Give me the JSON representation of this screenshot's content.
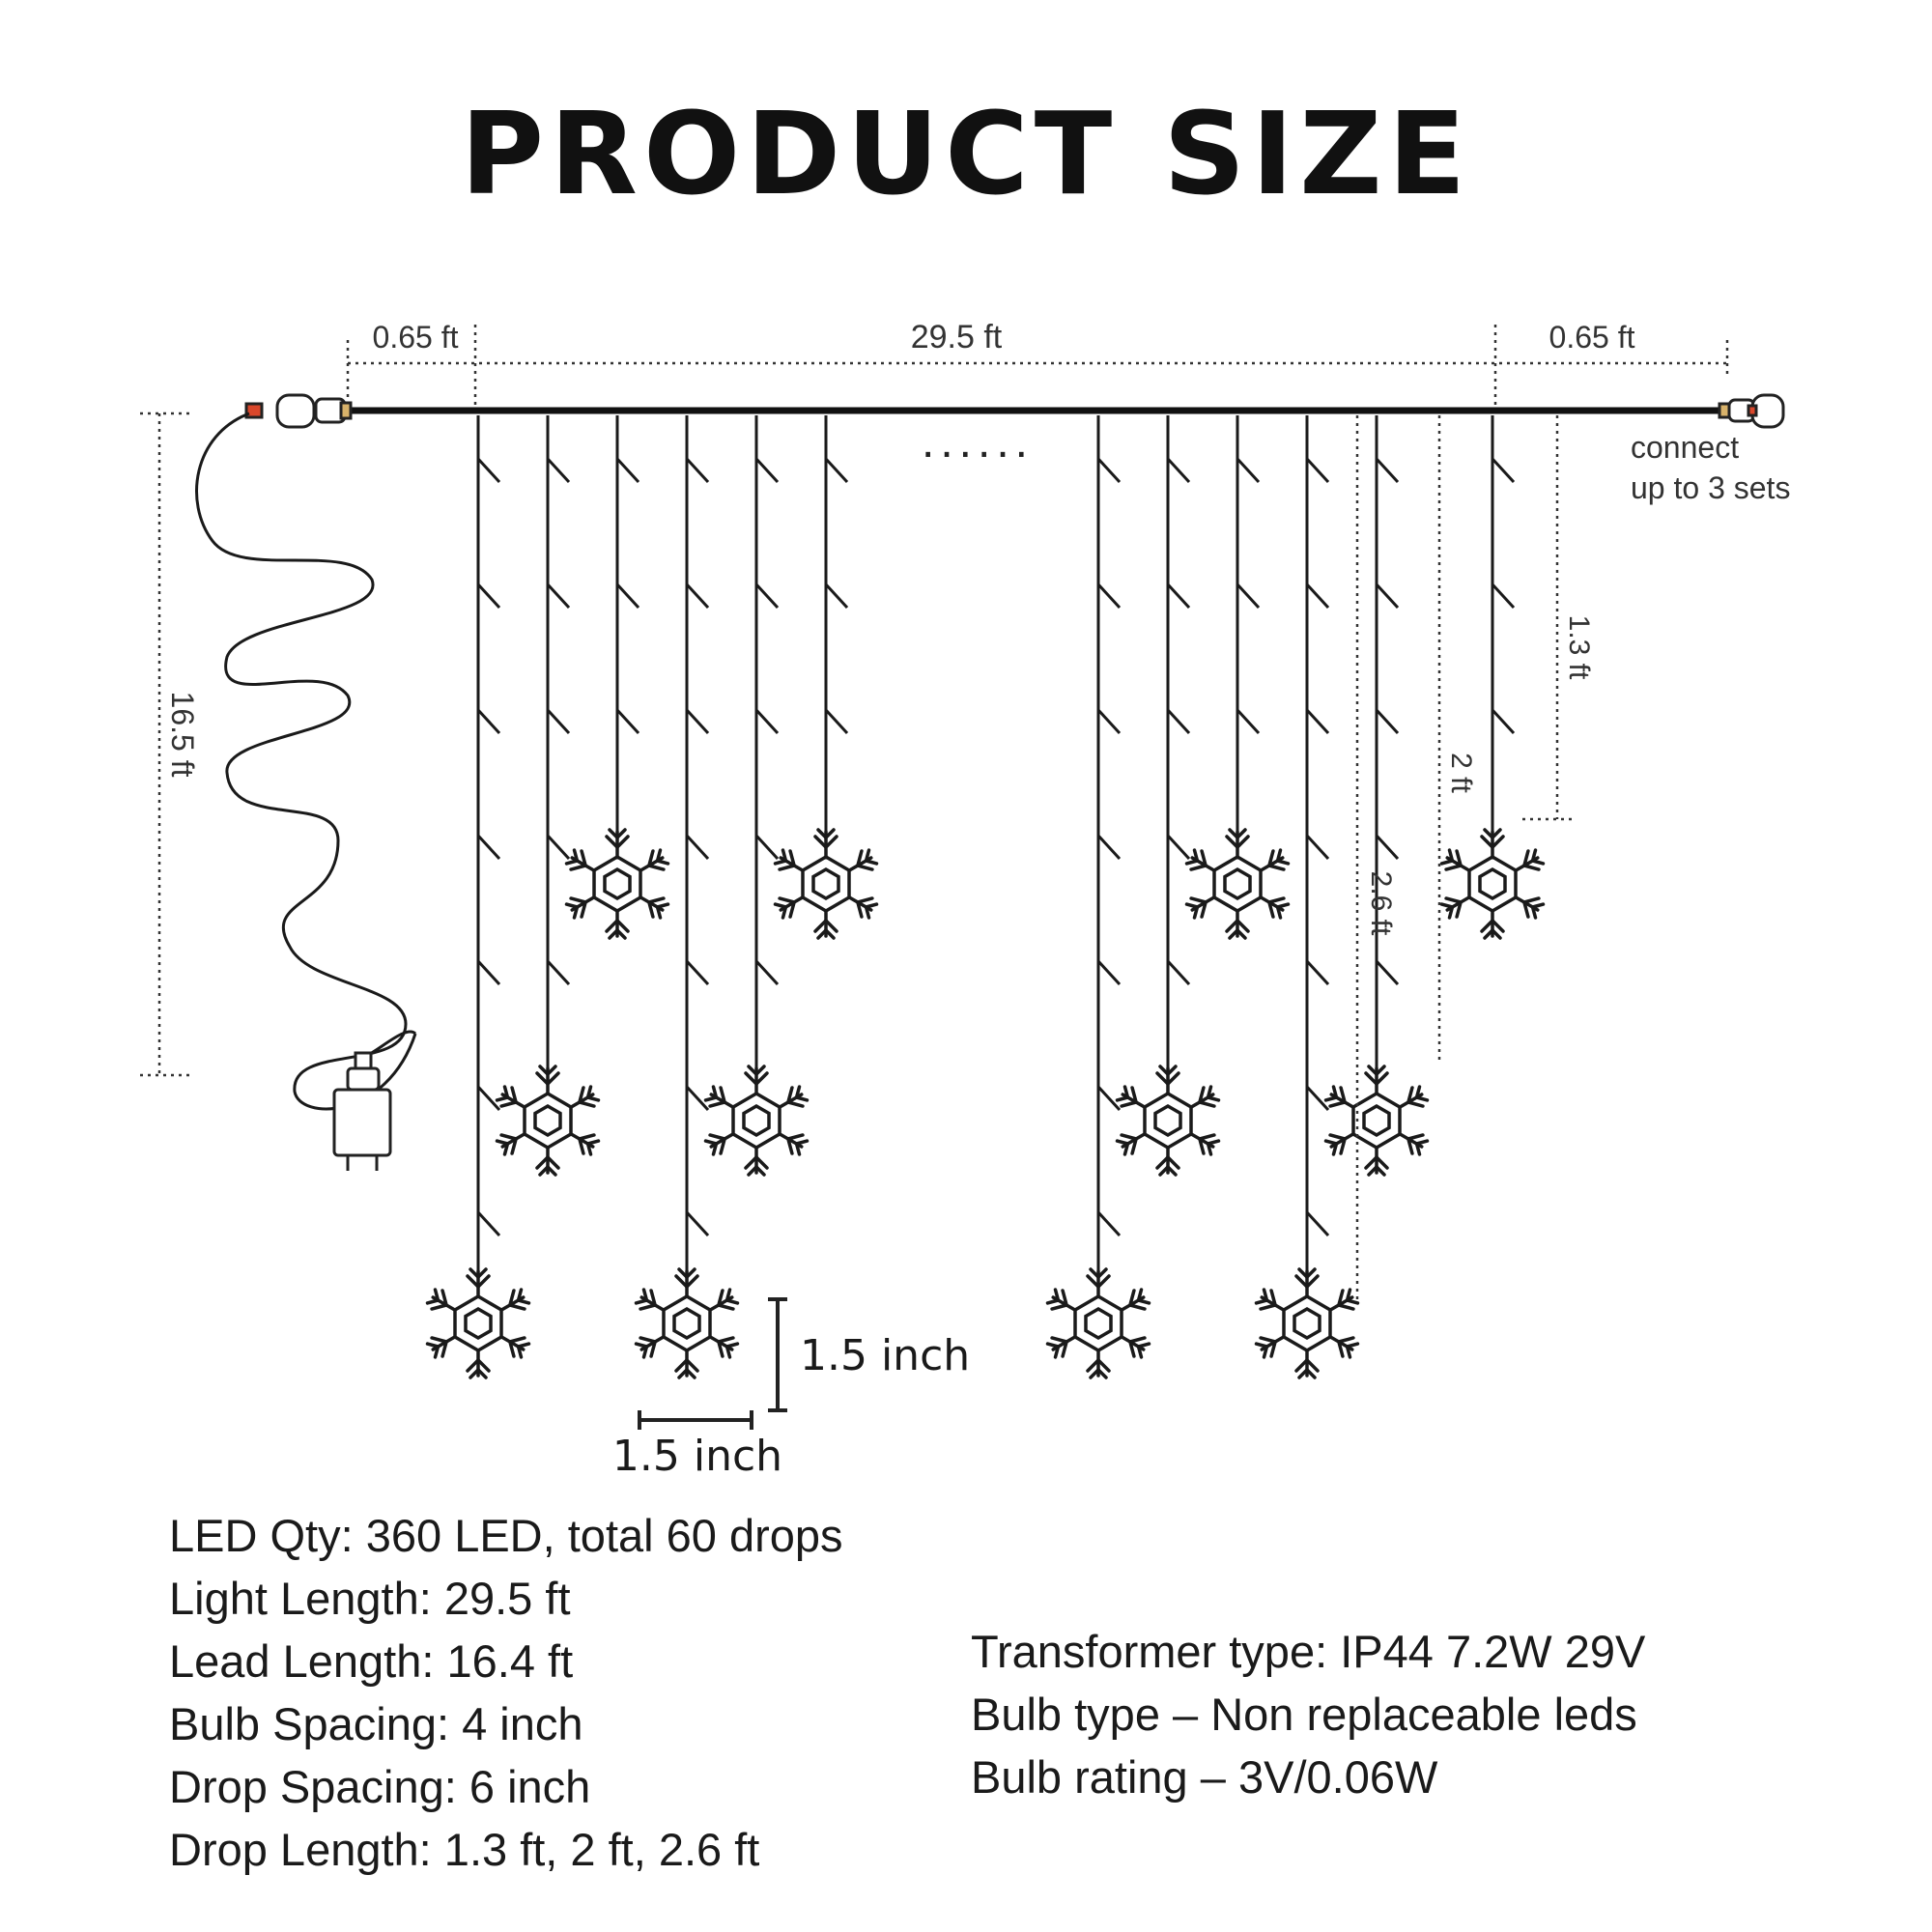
{
  "title": "PRODUCT SIZE",
  "dimensions": {
    "left_end": "0.65 ft",
    "main_length": "29.5 ft",
    "right_end": "0.65 ft",
    "lead_length": "16.5 ft",
    "drop_short": "1.3 ft",
    "drop_mid": "2 ft",
    "drop_long": "2.6 ft",
    "snowflake_height": "1.5 inch",
    "snowflake_width": "1.5 inch"
  },
  "ellipsis": "......",
  "connector_note": [
    "connect",
    "up to 3 sets"
  ],
  "specs_left": [
    "LED Qty: 360 LED,  total 60 drops",
    "Light Length: 29.5 ft",
    "Lead Length: 16.4 ft",
    "Bulb Spacing: 4 inch",
    "Drop Spacing: 6 inch",
    "Drop Length: 1.3 ft, 2 ft, 2.6 ft"
  ],
  "specs_right": [
    "Transformer type: IP44 7.2W 29V",
    "Bulb type – Non replaceable leds",
    "Bulb rating – 3V/0.06W"
  ],
  "drops": [
    2.6,
    2.0,
    1.3,
    2.6,
    2.0,
    1.3,
    2.6,
    2.0,
    1.3,
    2.6,
    2.0,
    1.3
  ]
}
